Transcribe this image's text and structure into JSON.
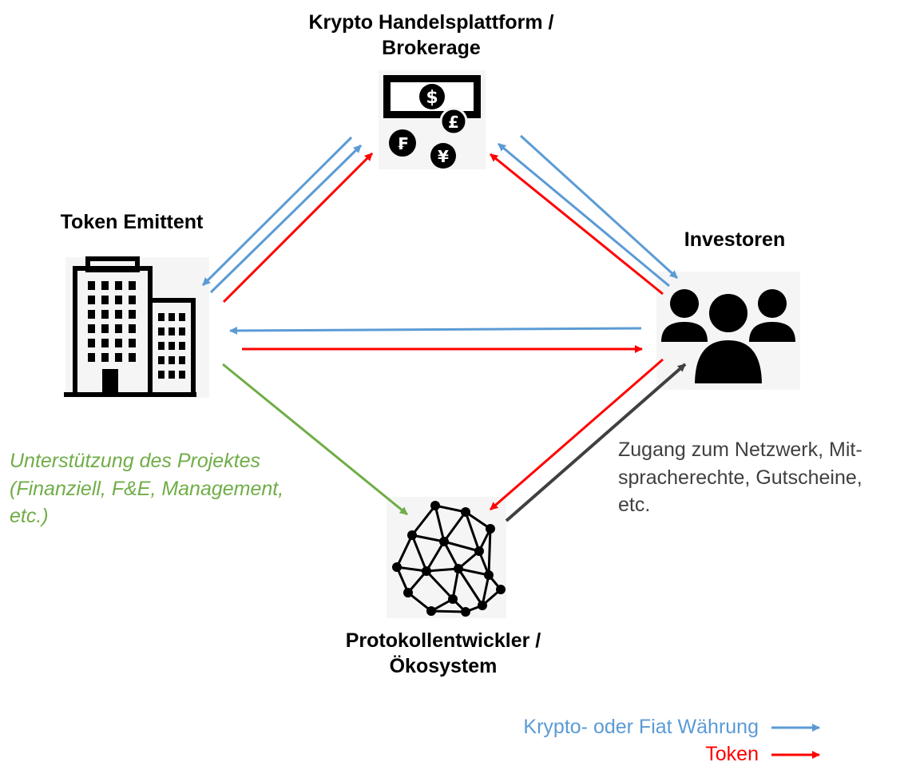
{
  "nodes": {
    "platform": {
      "line1": "Krypto Handelsplattform /",
      "line2": "Brokerage",
      "icon": "money-currency-icon"
    },
    "issuer": {
      "label": "Token Emittent",
      "icon": "office-building-icon"
    },
    "investors": {
      "label": "Investoren",
      "icon": "people-group-icon"
    },
    "protocol": {
      "line1": "Protokollentwickler /",
      "line2": "Ökosystem",
      "icon": "network-mesh-icon"
    }
  },
  "annotations": {
    "support": {
      "line1": "Unterstützung des Projektes",
      "line2": "(Finanziell, F&E, Management,",
      "line3": "etc.)",
      "color": "#70ad47"
    },
    "benefits": {
      "line1": "Zugang zum Netzwerk, Mit-",
      "line2": "spracherechte, Gutscheine,",
      "line3": "etc.",
      "color": "#404040"
    }
  },
  "legend": {
    "currency": {
      "label": "Krypto- oder Fiat Währung",
      "color": "#5b9bd5"
    },
    "token": {
      "label": "Token",
      "color": "#ff0000"
    }
  },
  "currency_symbols": {
    "dollar": "$",
    "pound": "£",
    "franc": "₣",
    "yen": "¥"
  }
}
